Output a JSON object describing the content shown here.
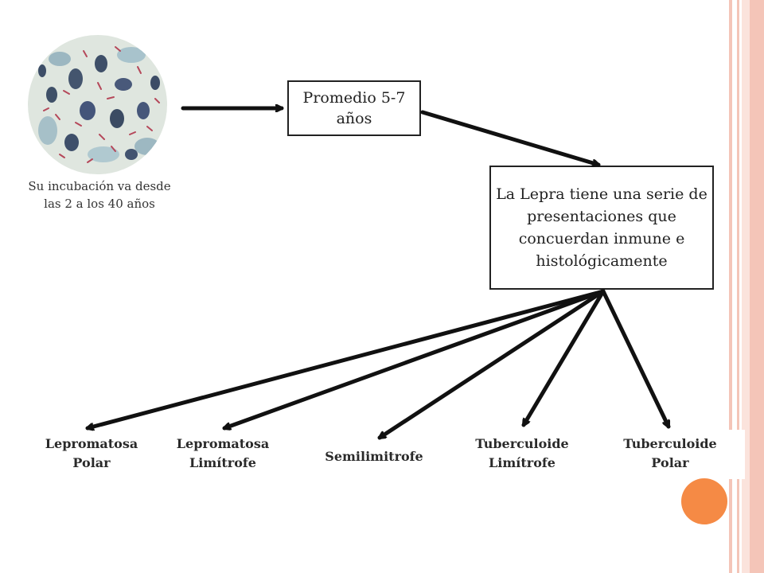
{
  "slide": {
    "caption": "Su incubación va desde las 2 a los 40 años",
    "box_incubation": "Promedio 5-7 años",
    "box_presentations": "La Lepra tiene una serie de presentaciones que concuerdan inmune e histológicamente",
    "leaves": [
      {
        "line1": "Lepromatosa",
        "line2": "Polar"
      },
      {
        "line1": "Lepromatosa",
        "line2": "Limítrofe"
      },
      {
        "line1": "Semilimitrofe",
        "line2": ""
      },
      {
        "line1": "Tuberculoide",
        "line2": "Limítrofe"
      },
      {
        "line1": "Tuberculoide",
        "line2": "Polar"
      }
    ]
  },
  "colors": {
    "stripe_pink": "#f4c5b8",
    "stripe_light": "#fbe3dc",
    "accent_orange": "#f58a45",
    "arrow": "#111111"
  },
  "image": {
    "subject": "micrograph-cells"
  }
}
